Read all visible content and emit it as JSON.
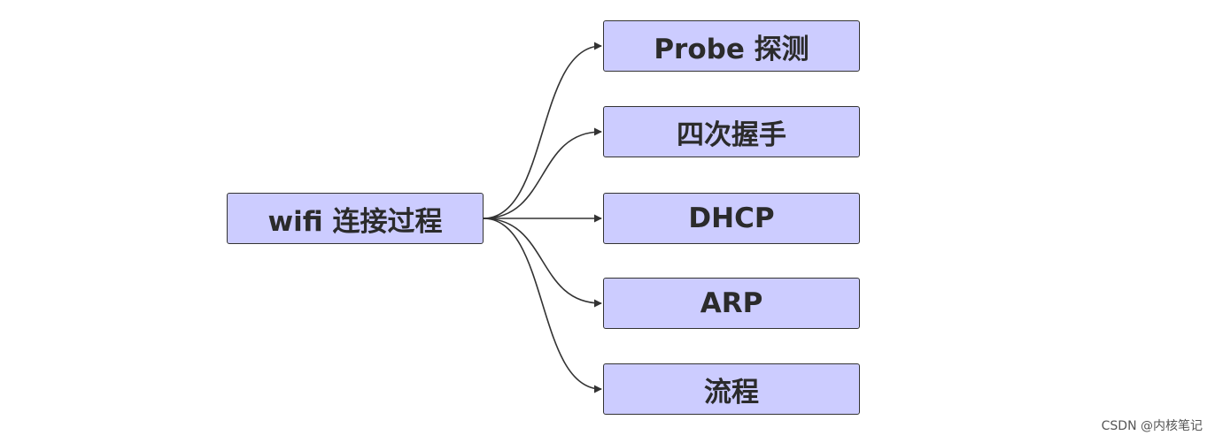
{
  "colors": {
    "node_fill": "#ccccff",
    "node_border": "#333333",
    "edge": "#333333",
    "text": "#2b2b2b"
  },
  "root": {
    "label": "wifi 连接过程"
  },
  "children": [
    {
      "label": "Probe 探测"
    },
    {
      "label": "四次握手"
    },
    {
      "label": "DHCP"
    },
    {
      "label": "ARP"
    },
    {
      "label": "流程"
    }
  ],
  "watermark": "CSDN @内核笔记"
}
